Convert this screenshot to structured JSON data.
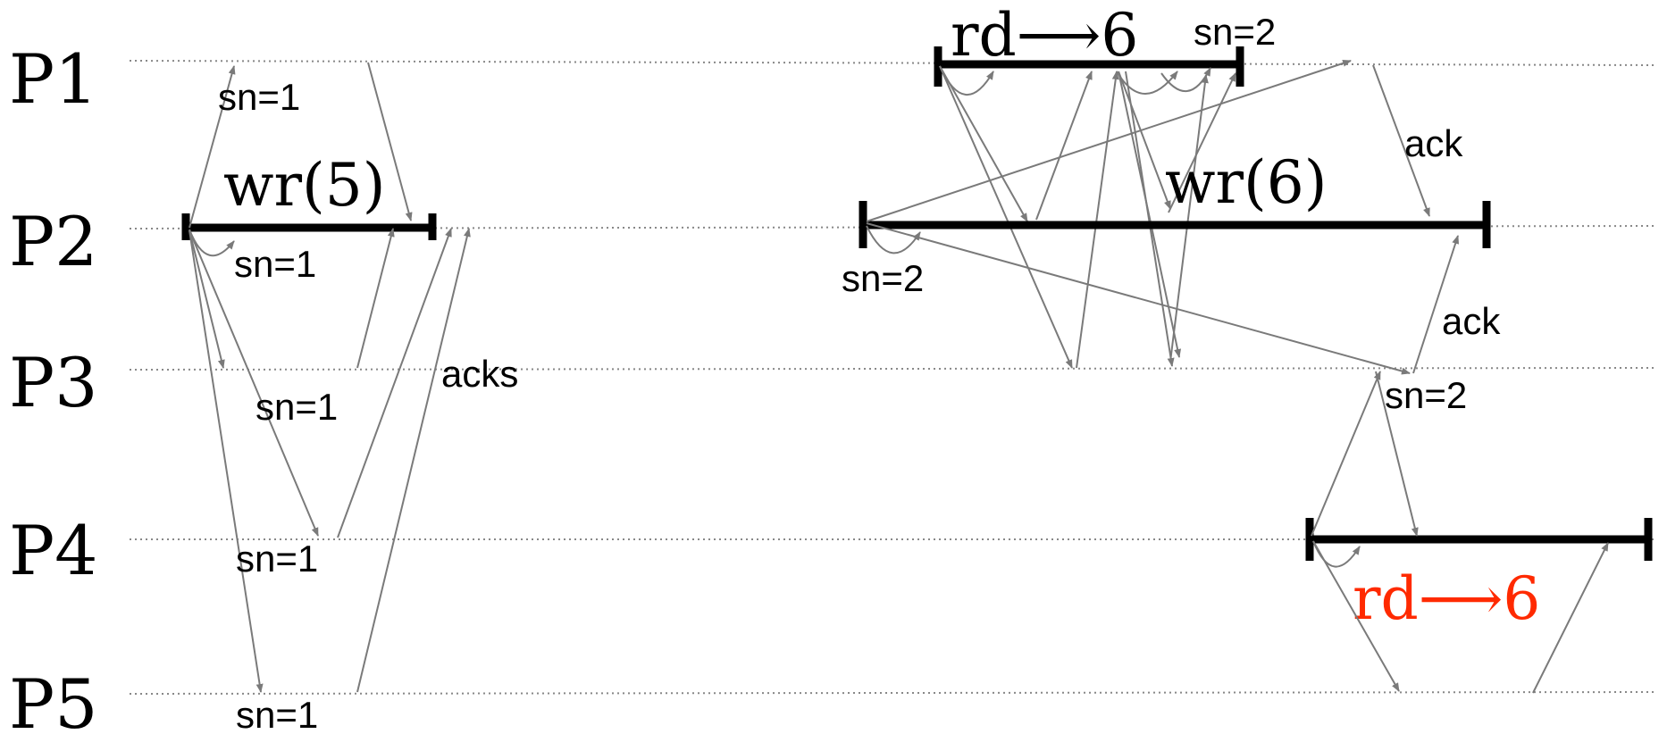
{
  "processes": [
    {
      "id": "P1",
      "label": "P1"
    },
    {
      "id": "P2",
      "label": "P2"
    },
    {
      "id": "P3",
      "label": "P3"
    },
    {
      "id": "P4",
      "label": "P4"
    },
    {
      "id": "P5",
      "label": "P5"
    }
  ],
  "operations": {
    "write5": {
      "label": "wr(5)"
    },
    "read1": {
      "label": "rd⟶6"
    },
    "write6": {
      "label": "wr(6)"
    },
    "read4": {
      "label": "rd⟶6",
      "color": "#ff2a00"
    }
  },
  "message_labels": {
    "p1_sn1": "sn=1",
    "p2_sn1": "sn=1",
    "p3_sn1": "sn=1",
    "p4_sn1": "sn=1",
    "p5_sn1": "sn=1",
    "acks": "acks",
    "p1_sn2": "sn=2",
    "p2_sn2": "sn=2",
    "p3_sn2": "sn=2",
    "ack_p1": "ack",
    "ack_p3": "ack"
  }
}
